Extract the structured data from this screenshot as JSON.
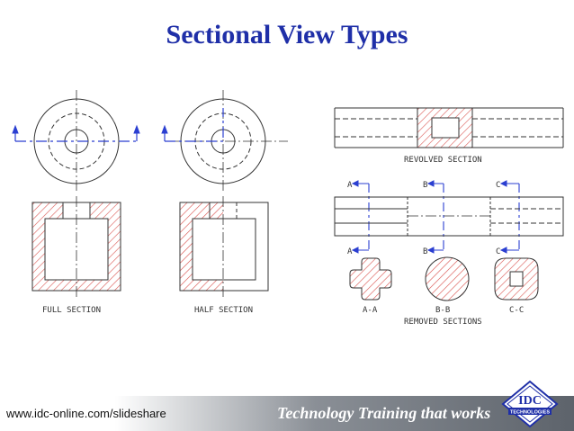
{
  "title": "Sectional View Types",
  "labels": {
    "full_section": "FULL SECTION",
    "half_section": "HALF SECTION",
    "revolved_section": "REVOLVED SECTION",
    "removed_sections": "REMOVED SECTIONS",
    "cut_a": "A",
    "cut_b": "B",
    "cut_c": "C",
    "section_aa": "A-A",
    "section_bb": "B-B",
    "section_cc": "C-C"
  },
  "footer": {
    "url": "www.idc-online.com/slideshare",
    "tagline": "Technology Training that works",
    "logo_text": "IDC",
    "logo_subtext": "TECHNOLOGIES"
  },
  "colors": {
    "title": "#1f2fa8",
    "hatch": "#d9534f",
    "cutting_plane": "#2b3fd1",
    "outline": "#333333"
  }
}
